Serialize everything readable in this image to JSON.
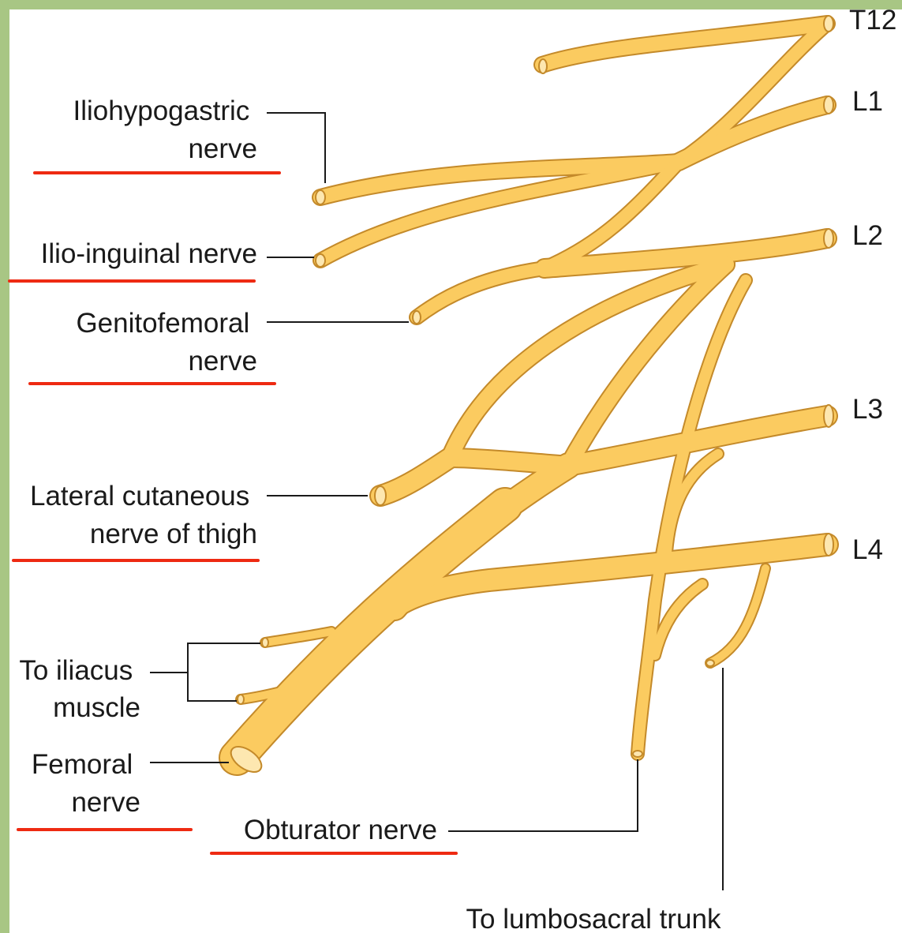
{
  "frame_color": "#a8c684",
  "nerve_fill": "#fbcb60",
  "nerve_outline": "#c48a2a",
  "underline_color": "#ee2a12",
  "levels": {
    "t12": "T12",
    "l1": "L1",
    "l2": "L2",
    "l3": "L3",
    "l4": "L4"
  },
  "labels": {
    "iliohypogastric": [
      "Iliohypogastric",
      "nerve"
    ],
    "ilioinguinal": [
      "Ilio-inguinal nerve"
    ],
    "genitofemoral": [
      "Genitofemoral",
      "nerve"
    ],
    "lateral_cutaneous": [
      "Lateral cutaneous",
      "nerve of thigh"
    ],
    "iliacus": [
      "To iliacus",
      "muscle"
    ],
    "femoral": [
      "Femoral",
      "nerve"
    ],
    "obturator": [
      "Obturator nerve"
    ],
    "lumbosacral": [
      "To lumbosacral trunk"
    ]
  }
}
